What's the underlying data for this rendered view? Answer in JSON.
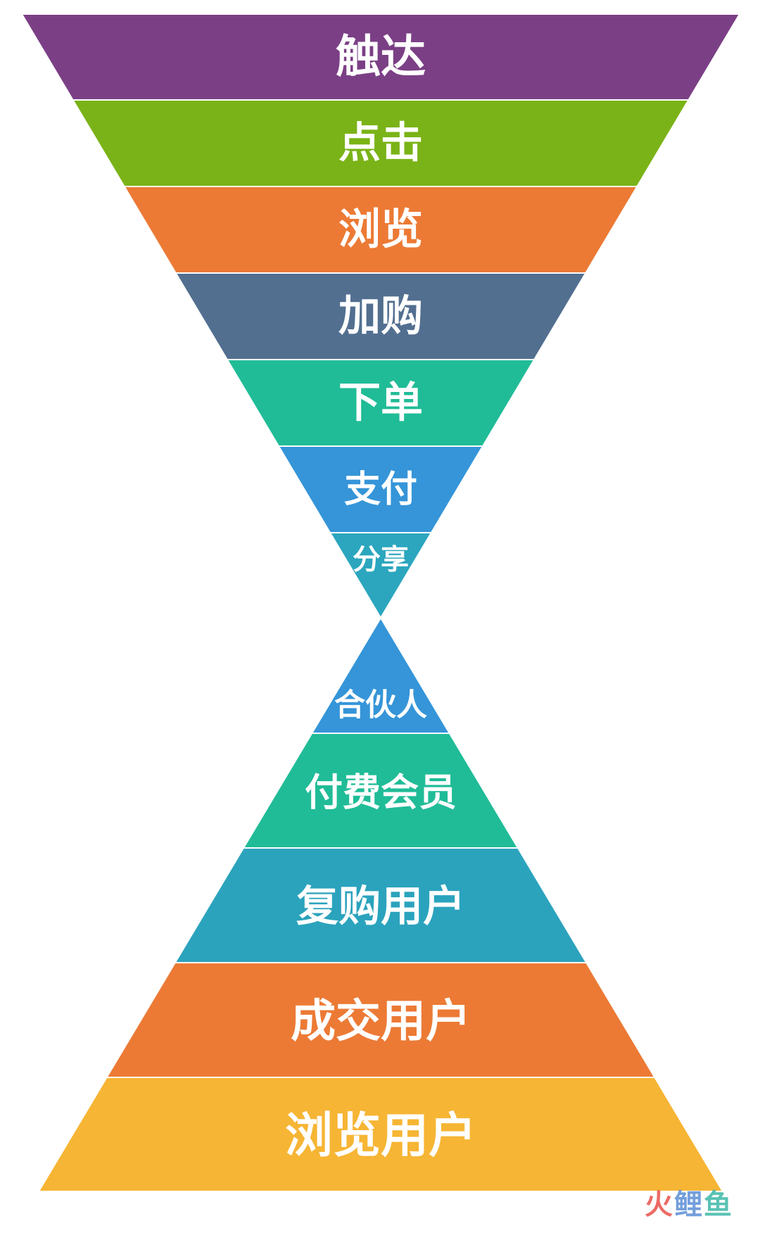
{
  "funnel": {
    "segments": [
      {
        "label": "触达",
        "color": "#7b3f85"
      },
      {
        "label": "点击",
        "color": "#7ab317"
      },
      {
        "label": "浏览",
        "color": "#ec7a35"
      },
      {
        "label": "加购",
        "color": "#526f90"
      },
      {
        "label": "下单",
        "color": "#20bc97"
      },
      {
        "label": "支付",
        "color": "#3595d8"
      },
      {
        "label": "分享",
        "color": "#2ba6be"
      }
    ]
  },
  "pyramid": {
    "segments": [
      {
        "label": "合伙人",
        "color": "#3595d8"
      },
      {
        "label": "付费会员",
        "color": "#20bc97"
      },
      {
        "label": "复购用户",
        "color": "#2ba3bd"
      },
      {
        "label": "成交用户",
        "color": "#ec7a35"
      },
      {
        "label": "浏览用户",
        "color": "#f6b534"
      }
    ]
  },
  "watermark": {
    "part1": "火",
    "part2": "鲤",
    "part3": "鱼"
  }
}
